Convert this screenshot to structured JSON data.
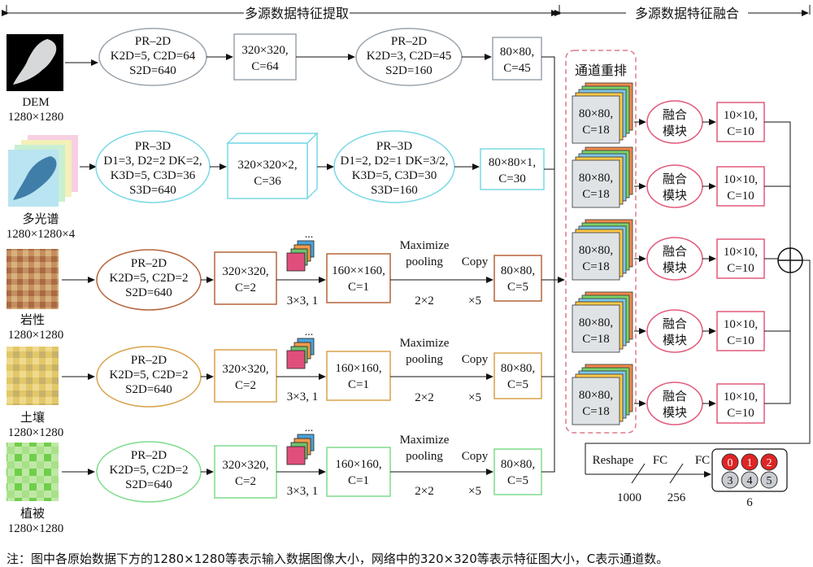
{
  "header": {
    "extraction": "多源数据特征提取",
    "fusion": "多源数据特征融合"
  },
  "colors": {
    "dem": "#9aa4ad",
    "ms": "#7ad8e6",
    "lith": "#b5643a",
    "soil": "#d9a24b",
    "veg": "#7fdc8c",
    "fusion": "#e25a7a",
    "regroup": "#e07a8a"
  },
  "inputs": [
    {
      "label": "DEM",
      "size": "1280×1280"
    },
    {
      "label": "多光谱",
      "size": "1280×1280×4"
    },
    {
      "label": "岩性",
      "size": "1280×1280"
    },
    {
      "label": "土壤",
      "size": "1280×1280"
    },
    {
      "label": "植被",
      "size": "1280×1280"
    }
  ],
  "dem": {
    "pr1": [
      "PR–2D",
      "K2D=5, C2D=64",
      "S2D=640"
    ],
    "feat1": [
      "320×320,",
      "C=64"
    ],
    "pr2": [
      "PR–2D",
      "K2D=3, C2D=45",
      "S2D=160"
    ],
    "feat2": [
      "80×80,",
      "C=45"
    ]
  },
  "ms": {
    "pr1": [
      "PR–3D",
      "D1=3, D2=2 DK=2,",
      "K3D=5, C3D=36",
      "S3D=640"
    ],
    "feat1": [
      "320×320×2,",
      "C=36"
    ],
    "pr2": [
      "PR–3D",
      "D1=2, D2=1 DK=3/2,",
      "K3D=5, C3D=30",
      "S3D=160"
    ],
    "feat2": [
      "80×80×1,",
      "C=30"
    ]
  },
  "lith": {
    "pr": [
      "PR–2D",
      "K2D=5, C2D=2",
      "S2D=640"
    ],
    "feat1": [
      "320×320,",
      "C=2"
    ],
    "conv": "3×3, 1",
    "feat2": [
      "160××160,",
      "C=1"
    ],
    "pool": [
      "Maximize",
      "pooling",
      "2×2"
    ],
    "copy": [
      "Copy",
      "×5"
    ],
    "feat3": [
      "80×80,",
      "C=5"
    ]
  },
  "soil": {
    "pr": [
      "PR–2D",
      "K2D=5, C2D=2",
      "S2D=640"
    ],
    "feat1": [
      "320×320,",
      "C=2"
    ],
    "conv": "3×3, 1",
    "feat2": [
      "160×160,",
      "C=1"
    ],
    "pool": [
      "Maximize",
      "pooling",
      "2×2"
    ],
    "copy": [
      "Copy",
      "×5"
    ],
    "feat3": [
      "80×80,",
      "C=5"
    ]
  },
  "veg": {
    "pr": [
      "PR–2D",
      "K2D=5, C2D=2",
      "S2D=640"
    ],
    "feat1": [
      "320×320,",
      "C=2"
    ],
    "conv": "3×3, 1",
    "feat2": [
      "160×160,",
      "C=1"
    ],
    "pool": [
      "Maximize",
      "pooling",
      "2×2"
    ],
    "copy": [
      "Copy",
      "×5"
    ],
    "feat3": [
      "80×80,",
      "C=5"
    ]
  },
  "dots": "...",
  "fusion": {
    "regroup": "通道重排",
    "stack": [
      "80×80,",
      "C=18"
    ],
    "module": [
      "融合",
      "模块"
    ],
    "out": [
      "10×10,",
      "C=10"
    ]
  },
  "head": {
    "reshape": "Reshape",
    "fc1": "FC",
    "fc2": "FC",
    "n1": "1000",
    "n2": "256",
    "n3": "6",
    "classes": [
      "0",
      "1",
      "2",
      "3",
      "4",
      "5"
    ]
  },
  "footnote": "注：图中各原始数据下方的1280×1280等表示输入数据图像大小，网络中的320×320等表示特征图大小，C表示通道数。"
}
